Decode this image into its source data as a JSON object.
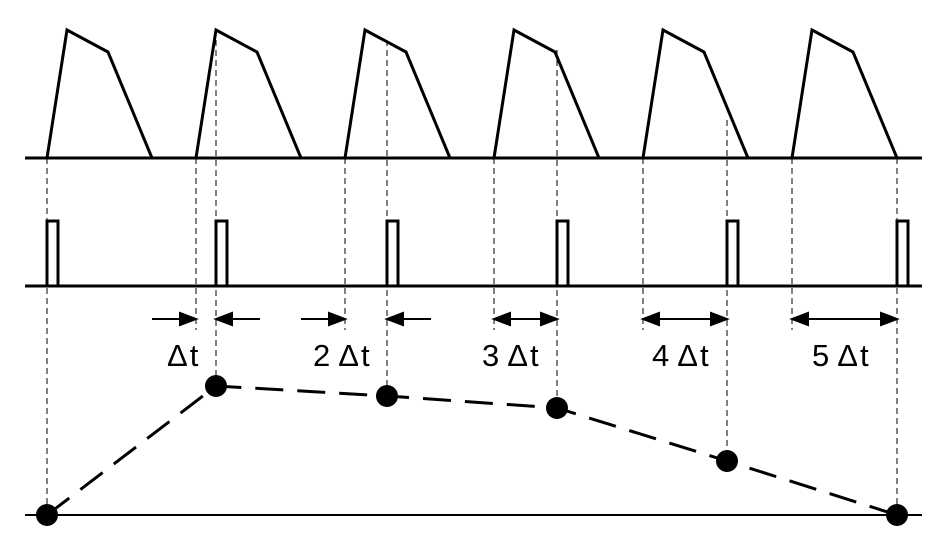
{
  "diagram": {
    "labels": [
      {
        "id": "d1",
        "coef": "",
        "symbol": "Δ",
        "var": "t"
      },
      {
        "id": "d2",
        "coef": "2",
        "symbol": "Δ",
        "var": "t"
      },
      {
        "id": "d3",
        "coef": "3",
        "symbol": "Δ",
        "var": "t"
      },
      {
        "id": "d4",
        "coef": "4",
        "symbol": "Δ",
        "var": "t"
      },
      {
        "id": "d5",
        "coef": "5",
        "symbol": "Δ",
        "var": "t"
      }
    ],
    "colors": {
      "stroke": "#000000",
      "background": "#ffffff"
    }
  }
}
